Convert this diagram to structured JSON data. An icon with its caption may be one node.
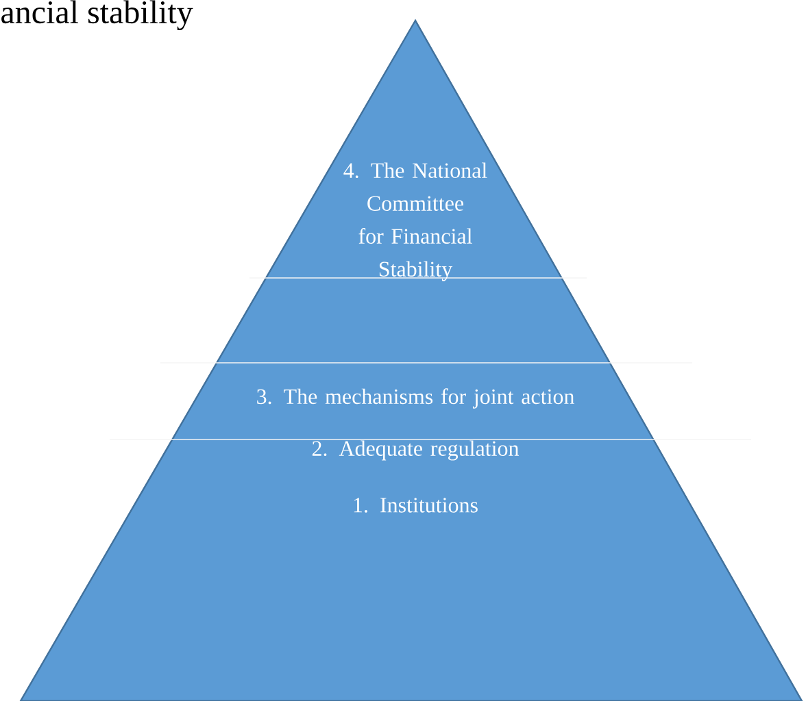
{
  "diagram": {
    "title": "ancial stability",
    "nodes": [
      {
        "text": [
          "4. The National Committee for Financial Stability",
          "3. The mechanisms for joint action",
          "2. Adequate regulation",
          "1. Institutions"
        ]
      }
    ]
  }
}
